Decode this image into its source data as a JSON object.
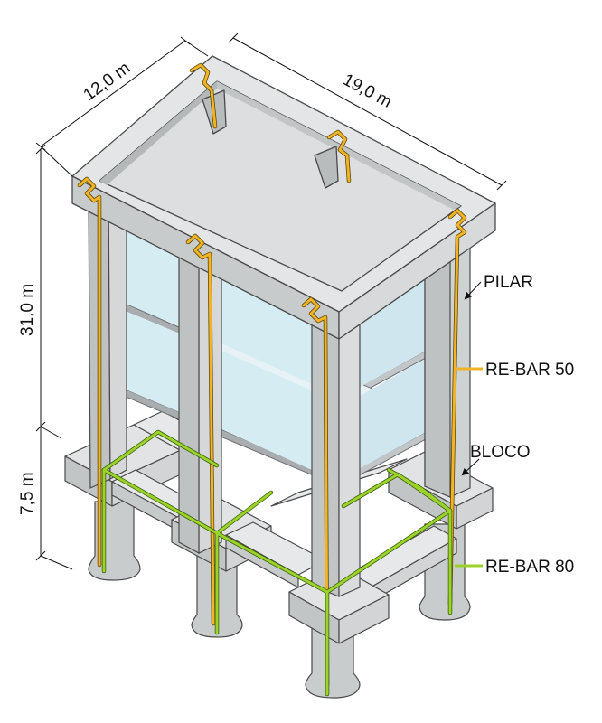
{
  "dimensions": {
    "width": "12,0 m",
    "length": "19,0 m",
    "height_upper": "31,0 m",
    "height_lower": "7,5 m"
  },
  "labels": {
    "pilar": "PILAR",
    "rebar50": "RE-BAR 50",
    "bloco": "BLOCO",
    "rebar80": "RE-BAR 80"
  },
  "colors": {
    "concrete": "#d3d5d6",
    "concrete_dark": "#b9bcbd",
    "concrete_light": "#e4e6e7",
    "slab": "#ddeef3",
    "rebar50": "#f0b429",
    "rebar80": "#9ad32a",
    "outline": "#4a4a4a"
  }
}
